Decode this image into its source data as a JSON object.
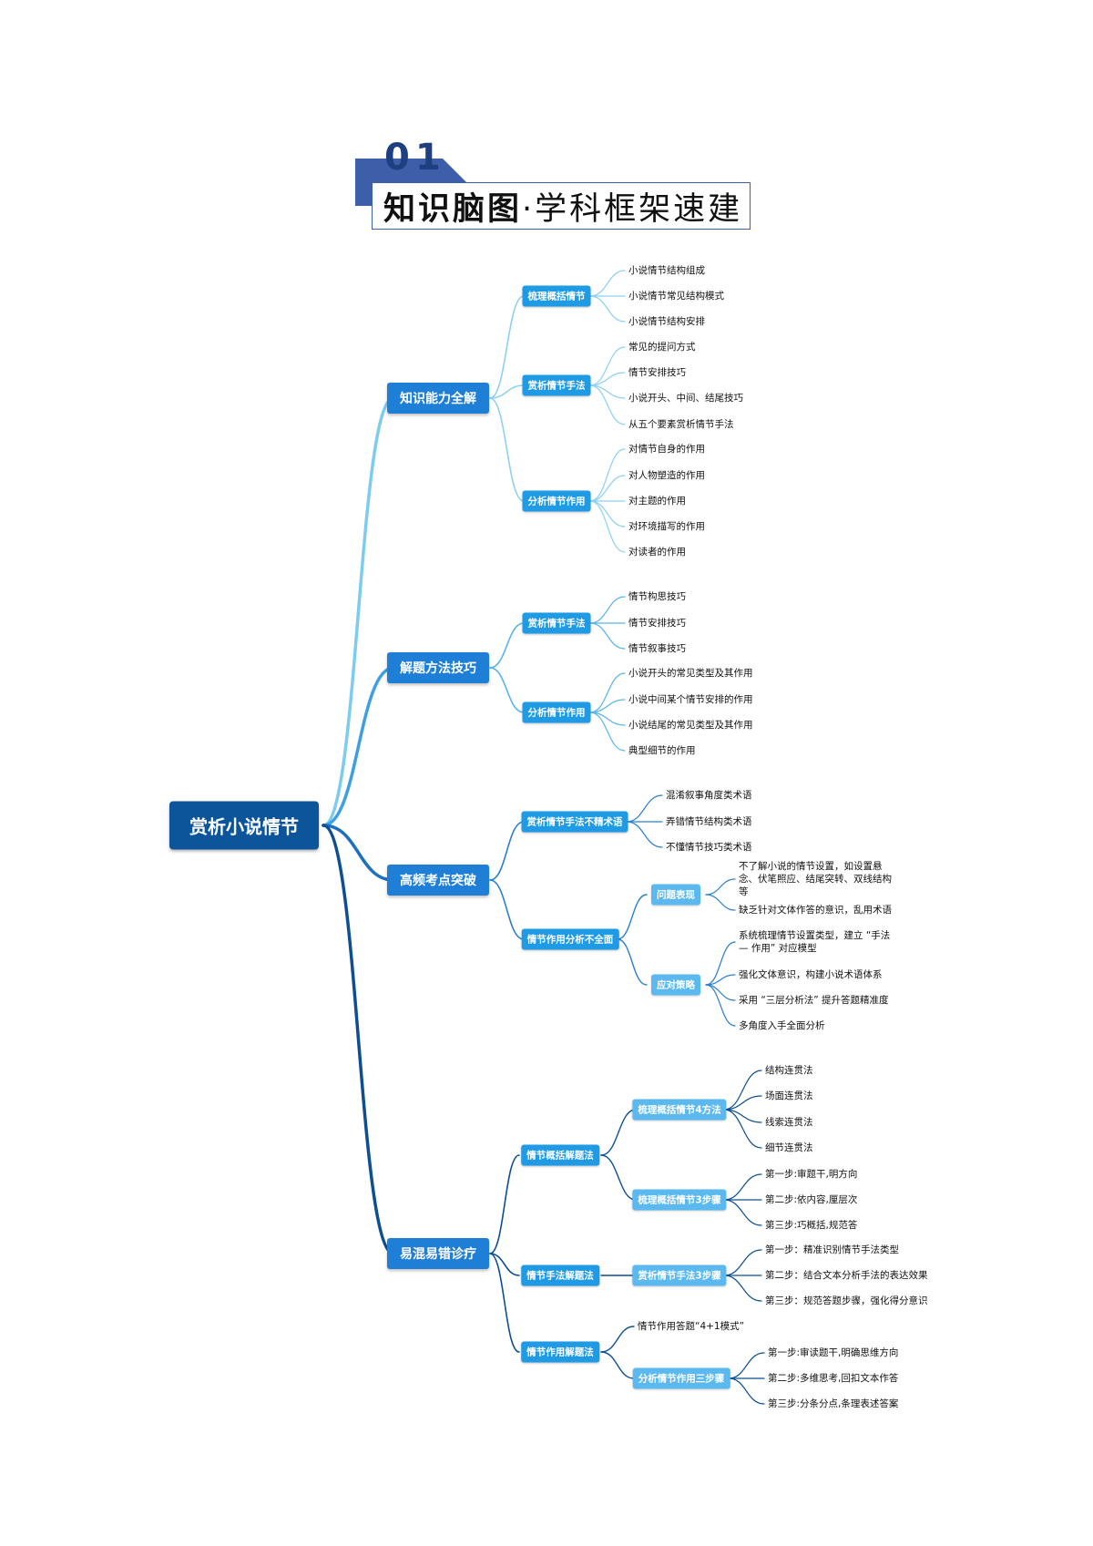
{
  "header": {
    "number": "01",
    "title_bold": "知识脑图",
    "title_rest": "·学科框架速建"
  },
  "mindmap": {
    "root": "赏析小说情节",
    "branches": [
      {
        "label": "知识能力全解",
        "children": [
          {
            "label": "梳理概括情节",
            "children": [
              "小说情节结构组成",
              "小说情节常见结构模式",
              "小说情节结构安排"
            ]
          },
          {
            "label": "赏析情节手法",
            "children": [
              "常见的提问方式",
              "情节安排技巧",
              "小说开头、中间、结尾技巧",
              "从五个要素赏析情节手法"
            ]
          },
          {
            "label": "分析情节作用",
            "children": [
              "对情节自身的作用",
              "对人物塑造的作用",
              "对主题的作用",
              "对环境描写的作用",
              "对读者的作用"
            ]
          }
        ]
      },
      {
        "label": "解题方法技巧",
        "children": [
          {
            "label": "赏析情节手法",
            "children": [
              "情节构思技巧",
              "情节安排技巧",
              "情节叙事技巧"
            ]
          },
          {
            "label": "分析情节作用",
            "children": [
              "小说开头的常见类型及其作用",
              "小说中间某个情节安排的作用",
              "小说结尾的常见类型及其作用",
              "典型细节的作用"
            ]
          }
        ]
      },
      {
        "label": "高频考点突破",
        "children": [
          {
            "label": "赏析情节手法不精术语",
            "children": [
              "混淆叙事角度类术语",
              "弄错情节结构类术语",
              "不懂情节技巧类术语"
            ]
          },
          {
            "label": "情节作用分析不全面",
            "children": [
              {
                "label": "问题表现",
                "children": [
                  "不了解小说的情节设置，如设置悬念、伏笔照应、结尾突转、双线结构等",
                  "缺乏针对文体作答的意识，乱用术语"
                ]
              },
              {
                "label": "应对策略",
                "children": [
                  "系统梳理情节设置类型，建立 “手法 — 作用” 对应模型",
                  "强化文体意识，构建小说术语体系",
                  "采用 “三层分析法” 提升答题精准度",
                  "多角度入手全面分析"
                ]
              }
            ]
          }
        ]
      },
      {
        "label": "易混易错诊疗",
        "children": [
          {
            "label": "情节概括解题法",
            "children": [
              {
                "label": "梳理概括情节4方法",
                "children": [
                  "结构连贯法",
                  "场面连贯法",
                  "线索连贯法",
                  "细节连贯法"
                ]
              },
              {
                "label": "梳理概括情节3步骤",
                "children": [
                  "第一步:审题干,明方向",
                  "第二步:依内容,厘层次",
                  "第三步:巧概括,规范答"
                ]
              }
            ]
          },
          {
            "label": "情节手法解题法",
            "children": [
              {
                "label": "赏析情节手法3步骤",
                "children": [
                  "第一步：精准识别情节手法类型",
                  "第二步：结合文本分析手法的表达效果",
                  "第三步：规范答题步骤，强化得分意识"
                ]
              }
            ]
          },
          {
            "label": "情节作用解题法",
            "children": [
              "情节作用答题“4+1模式”",
              {
                "label": "分析情节作用三步骤",
                "children": [
                  "第一步:审读题干,明确思维方向",
                  "第二步:多维思考,回扣文本作答",
                  "第三步:分条分点,条理表述答案"
                ]
              }
            ]
          }
        ]
      }
    ]
  },
  "colors": {
    "root": "#0d559b",
    "level1": "#1f7fd6",
    "level2": "#1f9ae5",
    "level3": "#5cb9f0",
    "header": "#3d5ea8"
  }
}
